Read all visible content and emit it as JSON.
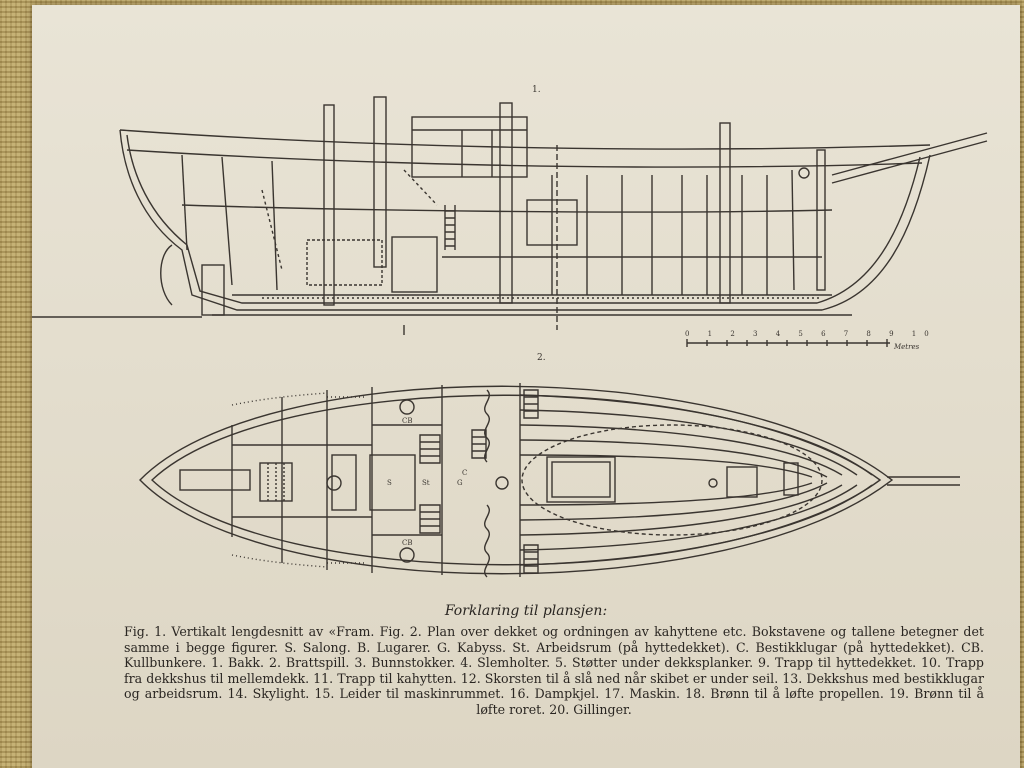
{
  "figure_labels": {
    "fig1": "1.",
    "fig2": "2."
  },
  "scale": {
    "ticks": "0 1 2 3 4 5 6 7 8 9 10",
    "unit": "Metres"
  },
  "caption": {
    "title": "Forklaring til plansjen:",
    "text": "Fig. 1. Vertikalt lengdesnitt av «Fram. Fig. 2. Plan over dekket og ordningen av kahyttene etc. Bokstavene og tallene betegner det samme i begge figurer. S. Salong. B. Lugarer. G. Kabyss. St. Arbeidsrum (på hyttedekket). C. Bestikklugar (på hyttedekket). CB. Kullbunkere. 1. Bakk. 2. Brattspill. 3. Bunnstokker. 4. Slemholter. 5. Støtter under dekksplanker. 9. Trapp til hyttedekket. 10. Trapp fra dekkshus til mellemdekk. 11. Trapp til kahytten. 12. Skorsten til å slå ned når skibet er under seil. 13. Dekkshus med bestikklugar og arbeidsrum. 14. Skylight. 15. Leider til maskinrummet. 16. Dampkjel. 17. Maskin. 18. Brønn til å løfte propellen. 19. Brønn til å løfte roret. 20. Gillinger."
  },
  "plan_labels": {
    "cb_top": "CB",
    "cb_bottom": "CB",
    "s": "S",
    "st": "St",
    "g": "G",
    "c": "C"
  }
}
